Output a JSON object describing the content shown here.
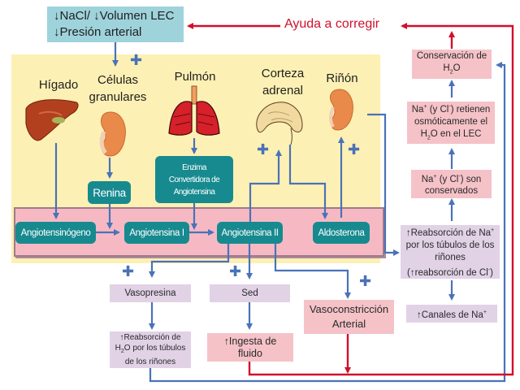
{
  "colors": {
    "teal": "#178a8f",
    "yellow_panel": "#fdf0b4",
    "pink_band": "#f6b9c4",
    "top_box": "#9fd3dc",
    "pink_box": "#f5c2c8",
    "lilac_box": "#e1d2e6",
    "blue_arrow": "#4a72b8",
    "red_arrow": "#d1102a"
  },
  "trigger": {
    "line1": "↓NaCl/ ↓Volumen LEC",
    "line2": "↓Presión arterial"
  },
  "feedback_label": "Ayuda a corregir",
  "organs": {
    "liver": "Hígado",
    "granular_cells_1": "Células",
    "granular_cells_2": "granulares",
    "lung": "Pulmón",
    "adrenal_1": "Corteza",
    "adrenal_2": "adrenal",
    "kidney": "Riñón"
  },
  "raas": {
    "renin": "Renina",
    "ace_1": "Enzima",
    "ace_2": "Convertidora de",
    "ace_3": "Angiotensina",
    "angiotensinogen": "Angiotensinógeno",
    "angiotensin_1": "Angiotensina I",
    "angiotensin_2": "Angiotensina II",
    "aldosterone": "Aldosterona"
  },
  "effects": {
    "vasopressin": "Vasopresina",
    "water_reabs_1": "↑Reabsorción de",
    "water_reabs_2a": "H",
    "water_reabs_2sub": "2",
    "water_reabs_2b": "O por los túbulos",
    "water_reabs_3": "de los riñones",
    "thirst": "Sed",
    "fluid_intake_1": "↑Ingesta de",
    "fluid_intake_2": "fluido",
    "vasoconstriction_1": "Vasoconstricción",
    "vasoconstriction_2": "Arterial"
  },
  "kidney_chain": {
    "water_conservation_1": "Conservación de",
    "water_conservation_2a": "H",
    "water_conservation_2sub": "2",
    "water_conservation_2b": "O",
    "osmotic_1a": "Na",
    "osmotic_1sup": "+",
    "osmotic_1b": " (y Cl",
    "osmotic_1sup2": "-",
    "osmotic_1c": ") retienen",
    "osmotic_2": "osmóticamente el",
    "osmotic_3a": "H",
    "osmotic_3sub": "2",
    "osmotic_3b": "O en el LEC",
    "conserved_1a": "Na",
    "conserved_1sup": "+",
    "conserved_1b": " (y Cl",
    "conserved_1sup2": "-",
    "conserved_1c": ") son",
    "conserved_2": "conservados",
    "na_reabs_1a": "↑Reabsorción de Na",
    "na_reabs_1sup": "+",
    "na_reabs_2": "por los túbulos de los",
    "na_reabs_3": "riñones",
    "na_reabs_4a": "(↑reabsorción de Cl",
    "na_reabs_4sup": "-",
    "na_reabs_4b": ")",
    "na_channels_a": "↑Canales de Na",
    "na_channels_sup": "+"
  },
  "plus_symbol": "✚"
}
